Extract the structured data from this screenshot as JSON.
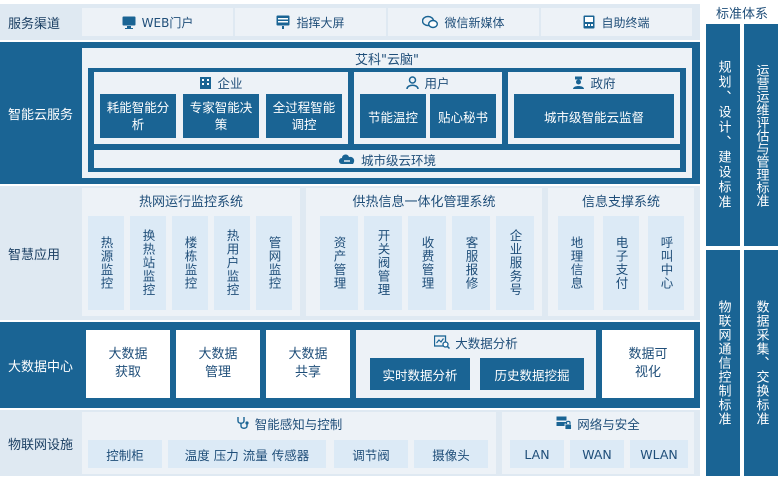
{
  "rows": {
    "channels": "服务渠道",
    "cloud": "智能云服务",
    "apps": "智慧应用",
    "bigdata": "大数据中心",
    "iot": "物联网设施"
  },
  "channels": [
    "WEB门户",
    "指挥大屏",
    "微信新媒体",
    "自助终端"
  ],
  "cloud": {
    "title": "艾科\"云脑\"",
    "enterprise": {
      "label": "企业",
      "items": [
        "耗能智能分析",
        "专家智能决策",
        "全过程智能调控"
      ]
    },
    "user": {
      "label": "用户",
      "items": [
        "节能温控",
        "贴心秘书"
      ]
    },
    "gov": {
      "label": "政府",
      "items": [
        "城市级智能云监督"
      ]
    },
    "env": "城市级云环境"
  },
  "apps": {
    "heat": {
      "title": "热网运行监控系统",
      "items": [
        "热源监控",
        "换热站监控",
        "楼栋监控",
        "热用户监控",
        "管网监控"
      ]
    },
    "supply": {
      "title": "供热信息一体化管理系统",
      "items": [
        "资产管理",
        "开关阀管理",
        "收费管理",
        "客服报修",
        "企业服务号"
      ]
    },
    "info": {
      "title": "信息支撑系统",
      "items": [
        "地理信息",
        "电子支付",
        "呼叫中心"
      ]
    }
  },
  "bigdata": {
    "items": [
      "大数据获取",
      "大数据管理",
      "大数据共享"
    ],
    "analysis": {
      "label": "大数据分析",
      "items": [
        "实时数据分析",
        "历史数据挖掘"
      ]
    },
    "viz": "数据可视化"
  },
  "iot": {
    "sense": {
      "label": "智能感知与控制",
      "items": [
        "控制柜",
        "温度 压力 流量 传感器",
        "调节阀",
        "摄像头"
      ]
    },
    "net": {
      "label": "网络与安全",
      "items": [
        "LAN",
        "WAN",
        "WLAN"
      ]
    }
  },
  "standards": {
    "title": "标准体系",
    "items": [
      "规划、设计、建设标准",
      "运营运维评估与管理标准",
      "物联网通信控制标准",
      "数据采集、交换标准"
    ]
  },
  "colors": {
    "dark": "#1a6494",
    "light": "#dceaf6",
    "band": "#dfe9f2"
  }
}
